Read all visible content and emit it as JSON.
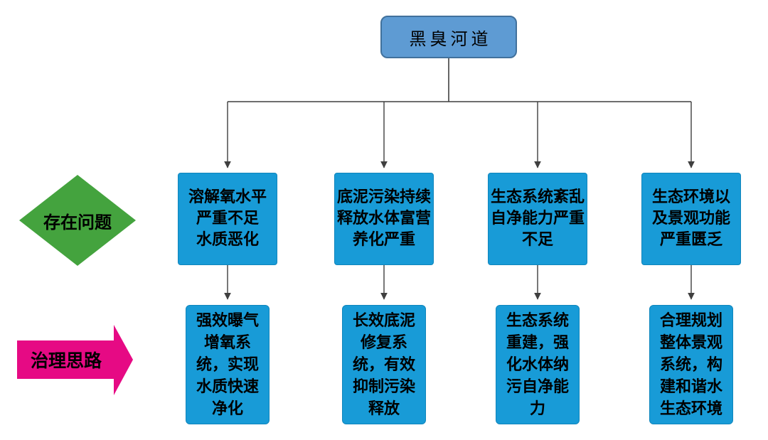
{
  "root": {
    "label": "黑臭河道"
  },
  "stages": {
    "problems_label": "存在问题",
    "solutions_label": "治理思路"
  },
  "columns": [
    {
      "problem": "溶解氧水平\n严重不足\n水质恶化",
      "solution": "强效曝气\n增氧系\n统，实现\n水质快速\n净化"
    },
    {
      "problem": "底泥污染持续\n释放水体富营\n养化严重",
      "solution": "长效底泥\n修复系\n统，有效\n抑制污染\n释放"
    },
    {
      "problem": "生态系统紊乱\n自净能力严重\n不足",
      "solution": "生态系统\n重建，强\n化水体纳\n污自净能\n力"
    },
    {
      "problem": "生态环境以\n及景观功能\n严重匮乏",
      "solution": "合理规划\n整体景观\n系统，构\n建和谐水\n生态环境"
    }
  ],
  "colors": {
    "root_fill": "#5E9BD3",
    "root_border": "#41719C",
    "box_fill": "#189BD7",
    "box_border": "#0F85BC",
    "diamond_fill": "#44A33E",
    "arrow_fill": "#E60A84",
    "connector": "#3F3F3F",
    "text": "#000000"
  }
}
